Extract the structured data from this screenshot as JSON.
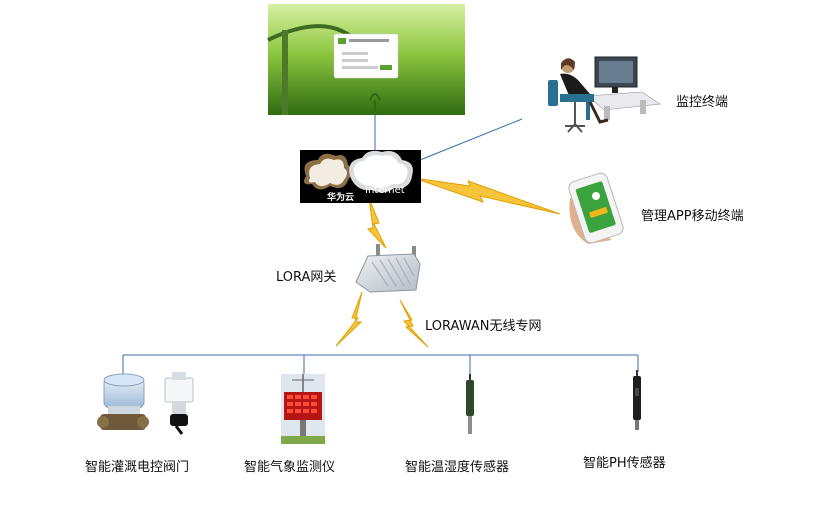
{
  "nodes": {
    "web_portal": {
      "icon": "web-portal-screenshot"
    },
    "cloud": {
      "text": "Internet",
      "caption": "华为云",
      "icon": "cloud-icon"
    },
    "monitor_terminal": {
      "label": "监控终端",
      "icon": "person-at-computer-icon"
    },
    "mobile_app": {
      "label": "管理APP移动终端",
      "icon": "smartphone-icon"
    },
    "gateway": {
      "label": "LORA网关",
      "icon": "gateway-device-icon"
    },
    "network": {
      "label": "LORAWAN无线专网",
      "icon": "lightning-icon"
    },
    "devices": [
      {
        "label": "智能灌溉电控阀门",
        "icon": "electric-valve-icon"
      },
      {
        "label": "智能气象监测仪",
        "icon": "weather-station-icon"
      },
      {
        "label": "智能温湿度传感器",
        "icon": "probe-sensor-icon"
      },
      {
        "label": "智能PH传感器",
        "icon": "ph-probe-icon"
      }
    ]
  },
  "colors": {
    "line": "#3a6ea5",
    "bolt": "#f6c43a",
    "bolt_edge": "#e0a000",
    "cloud_bg": "#000000"
  }
}
